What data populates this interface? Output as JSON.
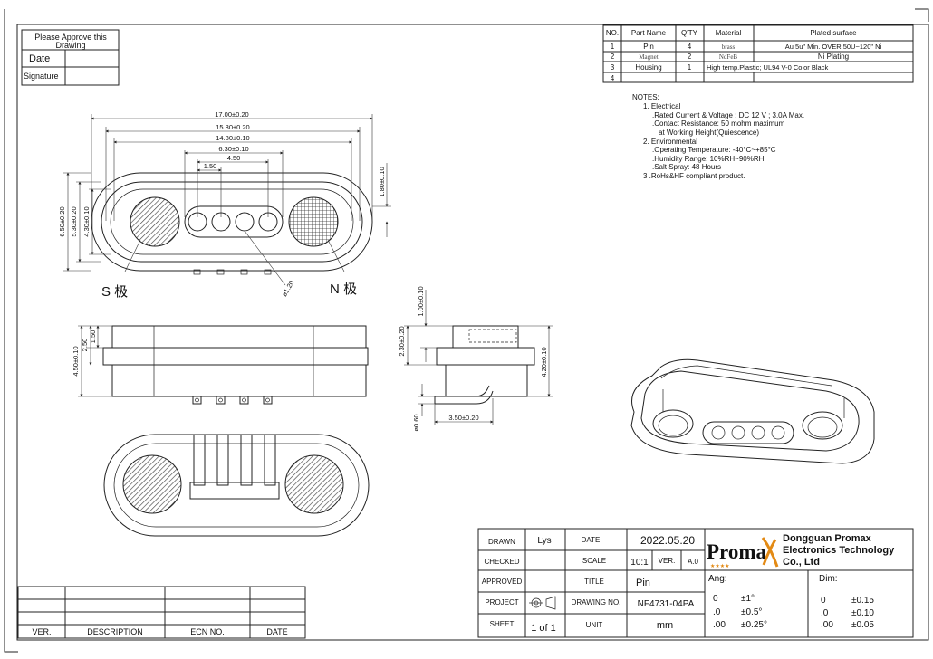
{
  "approval_box": {
    "title_line1": "Please Approve this",
    "title_line2": "Drawing",
    "date_label": "Date",
    "signature_label": "Signature"
  },
  "bom": {
    "headers": [
      "NO.",
      "Part Name",
      "Q'TY",
      "Material",
      "Plated surface"
    ],
    "rows": [
      {
        "no": "1",
        "part": "Pin",
        "qty": "4",
        "material": "brass",
        "surface": "Au 5u\" Min. OVER 50U~120\" Ni"
      },
      {
        "no": "2",
        "part": "Magnet",
        "qty": "2",
        "material": "NdFeB",
        "surface": "Ni Plating"
      },
      {
        "no": "3",
        "part": "Housing",
        "qty": "1",
        "material": "High temp.Plastic; UL94 V-0 Color Black",
        "surface": ""
      },
      {
        "no": "4",
        "part": "",
        "qty": "",
        "material": "",
        "surface": ""
      }
    ]
  },
  "notes": {
    "heading": "NOTES:",
    "lines": [
      "1.  Electrical",
      ".Rated Current & Voltage : DC 12 V ; 3.0A Max.",
      ".Contact Resistance: 50 mohm maximum",
      "at Working Height(Quiescence)",
      "2.  Environmental",
      ".Operating Temperature: -40°C~+85°C",
      ".Humidity Range: 10%RH~90%RH",
      ".Salt Spray: 48 Hours",
      "3  .RoHs&HF compliant product."
    ]
  },
  "dims": {
    "w17": "17.00±0.20",
    "w158": "15.80±0.20",
    "w148": "14.80±0.10",
    "w63": "6.30±0.10",
    "w45": "4.50",
    "w15": "1.50",
    "h65": "6.50±0.20",
    "h53": "5.30±0.20",
    "h43": "4.30±0.10",
    "h18": "1.80±0.10",
    "d12": "ø1.20",
    "sv_h45": "4.50±0.10",
    "sv_h25": "2.50",
    "sv_h15": "1.50",
    "rv_h10": "1.00±0.10",
    "rv_h23": "2.30±0.20",
    "rv_h42": "4.20±0.10",
    "rv_h06": "ø0.60",
    "rv_w35": "3.50±0.20"
  },
  "labels": {
    "s_pole": "S 极",
    "n_pole": "N 极"
  },
  "revision": {
    "headers": [
      "VER.",
      "DESCRIPTION",
      "ECN NO.",
      "DATE"
    ]
  },
  "title_block": {
    "drawn_label": "DRAWN",
    "drawn_value": "Lys",
    "date_label": "DATE",
    "date_value": "2022.05.20",
    "checked_label": "CHECKED",
    "scale_label": "SCALE",
    "scale_value": "10:1",
    "ver_label": "VER.",
    "ver_value": "A.0",
    "approved_label": "APPROVED",
    "title_label": "TITLE",
    "title_value": "Pin",
    "project_label": "PROJECT",
    "drawing_no_label": "DRAWING  NO.",
    "drawing_no_value": "NF4731-04PA",
    "sheet_label": "SHEET",
    "sheet_value": "1  of  1",
    "unit_label": "UNIT",
    "unit_value": "mm",
    "logo_text": "Proma",
    "company_line1": "Dongguan  Promax",
    "company_line2": "Electronics  Technology",
    "company_line3": "Co.,  Ltd",
    "ang_label": "Ang:",
    "ang_rows": [
      [
        "0",
        "±1°"
      ],
      [
        ".0",
        "±0.5°"
      ],
      [
        ".00",
        "±0.25°"
      ]
    ],
    "dim_label": "Dim:",
    "dim_rows": [
      [
        "0",
        "±0.15"
      ],
      [
        ".0",
        "±0.10"
      ],
      [
        ".00",
        "±0.05"
      ]
    ]
  }
}
